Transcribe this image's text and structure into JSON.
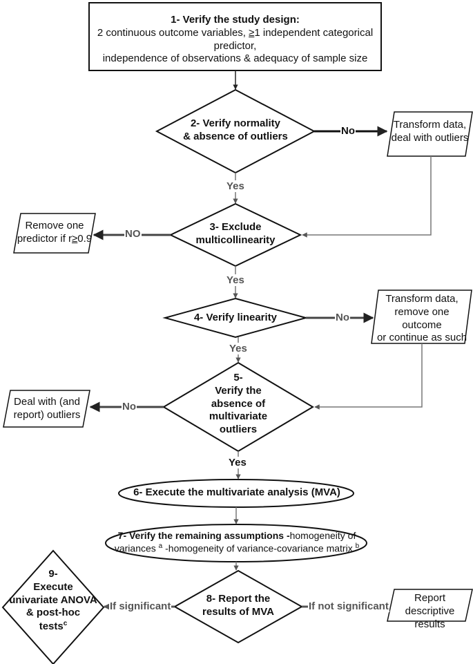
{
  "nodes": {
    "step1": {
      "title": "1- Verify the study design:",
      "line1_a": "2 continuous outcome variables, ",
      "ge1": "≥",
      "line1_b": "1 independent categorical predictor,",
      "line2": "independence of observations & adequacy of sample size"
    },
    "step2": {
      "line1": "2- Verify normality",
      "line2": "& absence of outliers"
    },
    "transform1": {
      "line1": "Transform data,",
      "line2": "deal with outliers"
    },
    "step3": {
      "line1": "3- Exclude",
      "line2": "multicollinearity"
    },
    "remove_predictor": {
      "line1": "Remove one",
      "line2_a": "predictor if r",
      "ge": "≥",
      "line2_b": "0.9"
    },
    "step4": {
      "line1": "4- Verify linearity"
    },
    "transform2": {
      "line1": "Transform data,",
      "line2": "remove one outcome",
      "line3": "or continue as such"
    },
    "step5": {
      "line1": "5-",
      "line2": "Verify the",
      "line3": "absence of multivariate",
      "line4": "outliers"
    },
    "deal_outliers": {
      "line1": "Deal with (and",
      "line2": "report) outliers"
    },
    "step6": {
      "text": "6- Execute the multivariate analysis (MVA)"
    },
    "step7": {
      "bold": "7- Verify the remaining assumptions -",
      "normal1": "homogeneity of",
      "line2_a": "variances ",
      "sup_a": "a",
      "line2_b": " -homogeneity of variance-covariance matrix ",
      "sup_b": "b"
    },
    "step8": {
      "line1": "8- Report the",
      "line2": "results of MVA"
    },
    "step9": {
      "line1": "9-",
      "line2": "Execute",
      "line3": "univariate ANOVA",
      "line4": "& post-hoc",
      "line5": "tests",
      "sup_c": "c"
    },
    "report_desc": {
      "line1": "Report descriptive",
      "line2": "results"
    }
  },
  "edges": {
    "no_2": "No",
    "yes_2": "Yes",
    "no_3": "NO",
    "yes_3": "Yes",
    "no_4": "No",
    "yes_4": "Yes",
    "no_5": "No",
    "yes_5": "Yes",
    "sig": "If significant",
    "not_sig": "If not significant"
  }
}
